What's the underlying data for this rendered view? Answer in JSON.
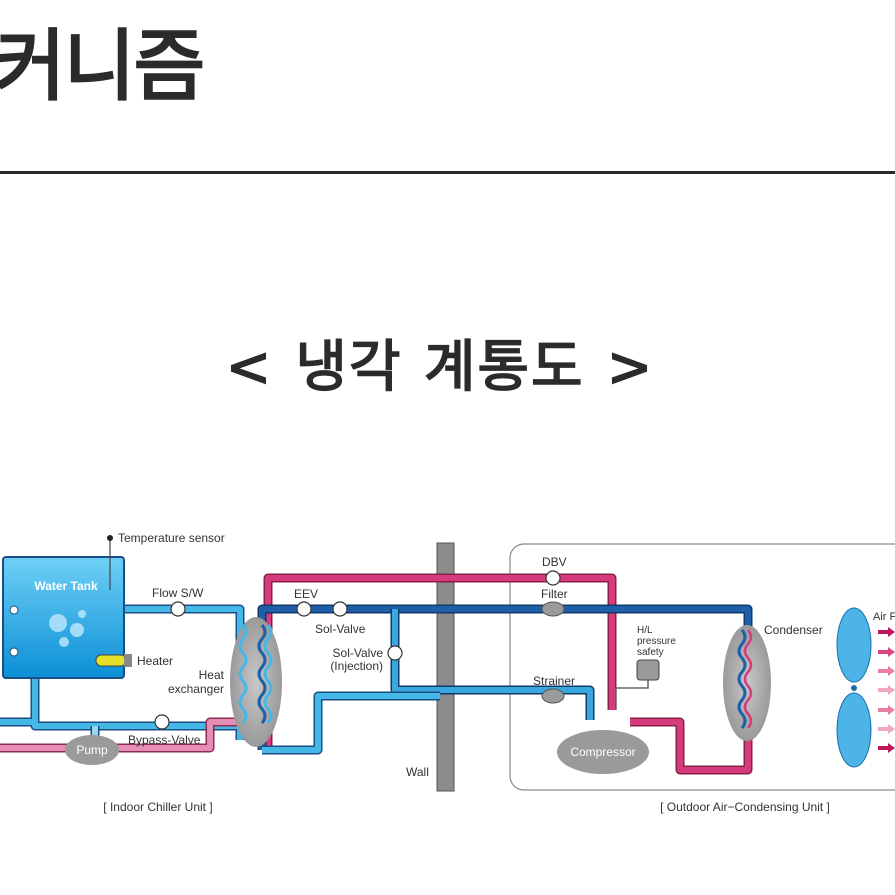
{
  "header": {
    "heading": "커니즘"
  },
  "diagram": {
    "title": "< 냉각 계통도 >",
    "labels": {
      "temperature_sensor": "Temperature sensor",
      "water_tank": "Water Tank",
      "flow_sw": "Flow S/W",
      "heater": "Heater",
      "heat_exchanger_1": "Heat",
      "heat_exchanger_2": "exchanger",
      "pump": "Pump",
      "bypass_valve": "Bypass-Valve",
      "eev": "EEV",
      "sol_valve": "Sol-Valve",
      "sol_valve_inj_1": "Sol-Valve",
      "sol_valve_inj_2": "(Injection)",
      "wall": "Wall",
      "dbv": "DBV",
      "filter": "Filter",
      "hl_pressure_1": "H/L",
      "hl_pressure_2": "pressure",
      "hl_pressure_3": "safety",
      "strainer": "Strainer",
      "compressor": "Compressor",
      "condenser": "Condenser",
      "air_flow": "Air F",
      "indoor_unit": "[  Indoor  Chiller  Unit  ]",
      "outdoor_unit": "[  Outdoor  Air−Condensing  Unit  ]"
    }
  },
  "colors": {
    "cold_pipe": "#45b8e8",
    "hot_pipe": "#d63c7c",
    "refrigerant_blue": "#1f5fa8",
    "component_gray": "#9a9a9a"
  }
}
